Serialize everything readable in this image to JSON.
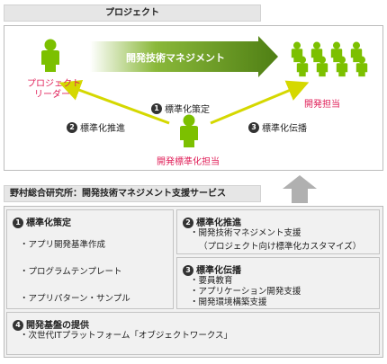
{
  "project": {
    "header": "プロジェクト",
    "banner": "開発技術マネジメント",
    "leader_line1": "プロジェクト",
    "leader_line2": "リーダー",
    "dev_lead": "開発標準化担当",
    "dev_team": "開発担当",
    "steps": [
      {
        "num": "1",
        "label": "標準化策定"
      },
      {
        "num": "2",
        "label": "標準化推進"
      },
      {
        "num": "3",
        "label": "標準化伝播"
      }
    ]
  },
  "services": {
    "header": "野村総合研究所：開発技術マネジメント支援サービス",
    "cells": {
      "standardize": {
        "num": "1",
        "title": "標準化策定",
        "items": [
          "アプリ開発基準作成",
          "プログラムテンプレート",
          "アプリパターン・サンプル"
        ]
      },
      "promote": {
        "num": "2",
        "title": "標準化推進",
        "item": "開発技術マネジメント支援",
        "sub": "（プロジェクト向け標準化カスタマイズ）"
      },
      "propagate": {
        "num": "3",
        "title": "標準化伝播",
        "items": [
          "要員教育",
          "アプリケーション開発支援",
          "開発環境構築支援"
        ]
      },
      "platform": {
        "num": "4",
        "title": "開発基盤の提供",
        "items": [
          "次世代ITプラットフォーム「オブジェクトワークス」"
        ]
      }
    }
  },
  "colors": {
    "person_green": "#7cc000",
    "arrow_green": "#6a9a1a",
    "arrow_yellow": "#d5d800",
    "label_red": "#e0215a",
    "up_arrow_gray": "#b0b0b0"
  }
}
